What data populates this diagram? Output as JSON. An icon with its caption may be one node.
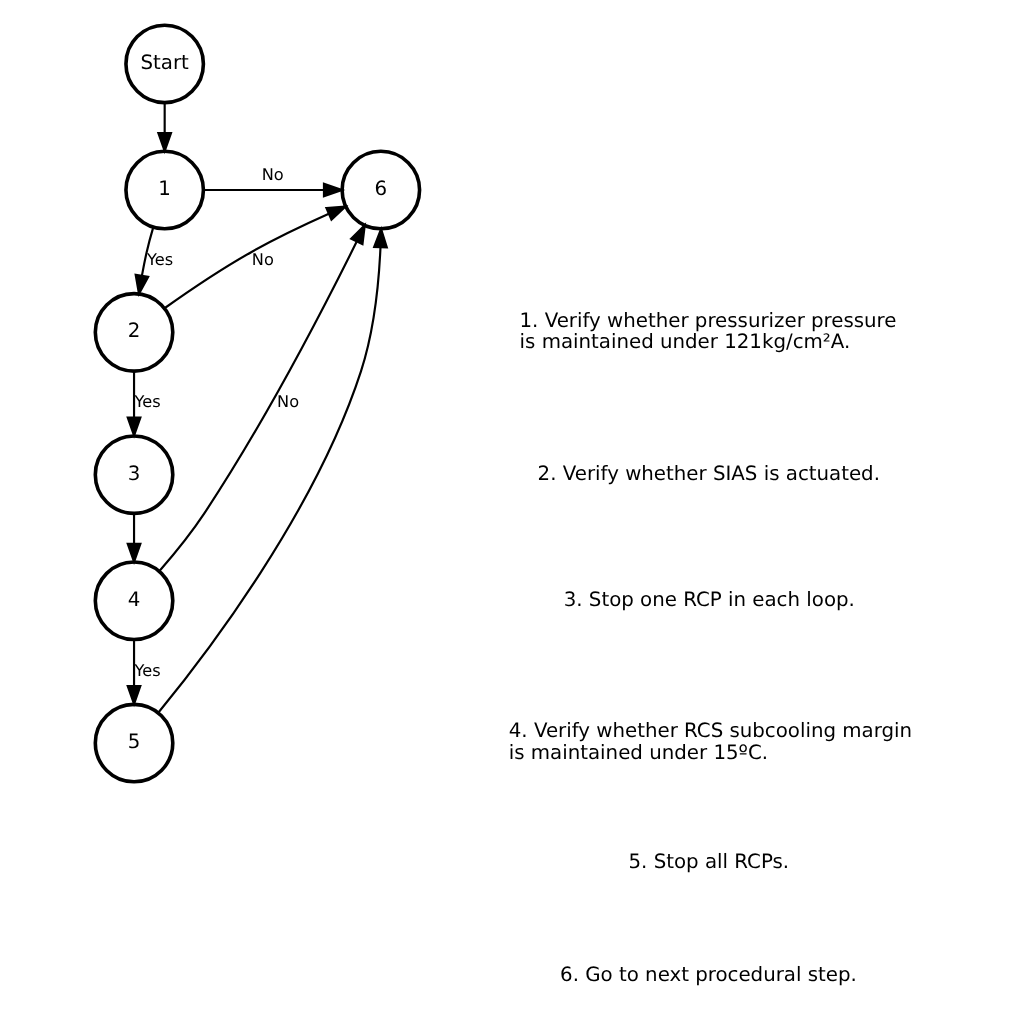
{
  "diagram": {
    "nodes": [
      {
        "text": [
          "Start"
        ]
      },
      {
        "text": [
          "1"
        ]
      },
      {
        "text": [
          "2"
        ]
      },
      {
        "text": [
          "3"
        ]
      },
      {
        "text": [
          "4"
        ]
      },
      {
        "text": [
          "5"
        ]
      },
      {
        "text": [
          "6"
        ]
      }
    ],
    "edges": [
      {
        "from": 0,
        "to": 1,
        "arrow": "to"
      },
      {
        "from": 1,
        "to": 6,
        "arrow": "to",
        "label": "No"
      },
      {
        "from": 1,
        "to": 2,
        "arrow": "to",
        "label": "Yes"
      },
      {
        "from": 2,
        "to": 6,
        "arrow": "to",
        "label": "No"
      },
      {
        "from": 2,
        "to": 3,
        "arrow": "to",
        "label": "Yes"
      },
      {
        "from": 3,
        "to": 4,
        "arrow": "to"
      },
      {
        "from": 4,
        "to": 6,
        "arrow": "to",
        "label": "No"
      },
      {
        "from": 4,
        "to": 5,
        "arrow": "to",
        "label": "Yes"
      },
      {
        "from": 5,
        "to": 6,
        "arrow": "to"
      }
    ],
    "labels": [
      "1. Verify whether pressurizer pressure is maintained under 121kg/cm²A.",
      "2. Verify whether SIAS is actuated.",
      "3. Stop one RCP in each loop.",
      "4. Verify whether RCS subcooling margin is maintained under 15ºC.",
      "5. Stop all RCPs.",
      "6. Go to next procedural step."
    ]
  }
}
